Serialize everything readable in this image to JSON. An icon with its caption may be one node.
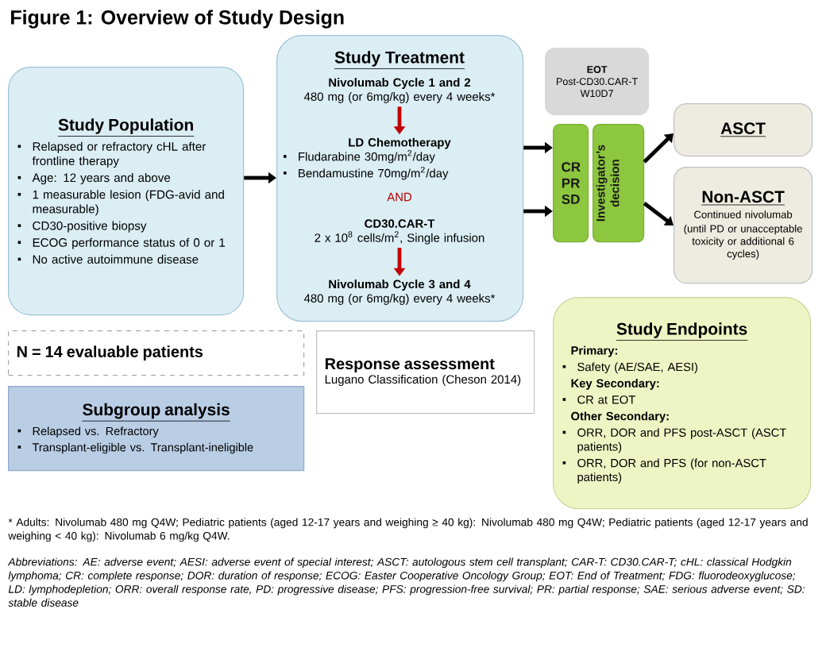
{
  "diagram": {
    "title": "Figure 1: Overview of Study Design",
    "nodes": [
      {
        "text": [
          "Study Population",
          "Relapsed or refractory cHL after frontline therapy",
          "Age: 12 years and above",
          "1 measurable lesion (FDG-avid and measurable)",
          "CD30-positive biopsy",
          "ECOG performance status of 0 or 1",
          "No active autoimmune disease"
        ]
      },
      {
        "text": [
          "Study Treatment",
          "AND"
        ]
      },
      {
        "text": [
          "Nivolumab Cycle 1 and 2",
          "480 mg (or 6mg/kg) every 4 weeks*"
        ],
        "in": 1
      },
      {
        "text": [
          "LD Chemotherapy",
          "Fludarabine 30mg/m$^{2}$/day",
          "Bendamustine 70mg/m$^{2}$/day"
        ],
        "in": 1
      },
      {
        "text": [
          "CD30.CAR-T",
          "2 x 10$^{8}$ cells/m$^{2}$, Single infusion"
        ],
        "in": 1
      },
      {
        "text": [
          "Nivolumab Cycle 3 and 4",
          "480 mg (or 6mg/kg) every 4 weeks*"
        ],
        "in": 1
      },
      {
        "text": [
          "EOT",
          "Post-CD30.CAR-T W10D7"
        ]
      },
      {
        "text": [
          "CR",
          "PR",
          "SD"
        ]
      },
      {
        "text": [
          "Investigator’s decision"
        ]
      },
      {
        "text": [
          "ASCT"
        ]
      },
      {
        "text": [
          "Non-ASCT",
          "Continued nivolumab",
          "(until PD or unacceptable toxicity or additional 6 cycles)"
        ]
      },
      {
        "text": [
          "N = 14 evaluable patients"
        ]
      },
      {
        "text": [
          "Response assessment",
          "Lugano Classification (Cheson 2014)"
        ]
      },
      {
        "text": [
          "Subgroup analysis",
          "Relapsed vs. Refractory",
          "Transplant-eligible vs. Transplant-ineligible"
        ]
      },
      {
        "text": [
          "Study Endpoints",
          "Primary:",
          "Safety (AE/SAE, AESI)",
          "Key Secondary:",
          "CR at EOT",
          "Other Secondary:",
          "ORR, DOR and PFS post-ASCT (ASCT patients)",
          "ORR, DOR and PFS (for non-ASCT patients)"
        ]
      }
    ],
    "edges": [
      {
        "from": 0,
        "to": 1,
        "arrow": "to"
      },
      {
        "from": 1,
        "to": 7,
        "arrow": "to"
      },
      {
        "from": 1,
        "to": 7,
        "arrow": "to"
      },
      {
        "from": 8,
        "to": 9,
        "arrow": "to"
      },
      {
        "from": 8,
        "to": 10,
        "arrow": "to"
      },
      {
        "from": 2,
        "to": 3,
        "arrow": "to",
        "color": "#c00000"
      },
      {
        "from": 4,
        "to": 5,
        "arrow": "to",
        "color": "#c00000"
      }
    ],
    "labels": [
      "* Adults: Nivolumab 480 mg Q4W; Pediatric patients (aged 12-17 years and weighing ≥ 40 kg): Nivolumab 480 mg Q4W; Pediatric patients (aged 12-17 years and weighing < 40 kg): Nivolumab 6 mg/kg Q4W.",
      "Abbreviations: AE: adverse event; AESI: adverse event of special interest; ASCT: autologous stem cell transplant; CAR-T: CD30.CAR-T; cHL: classical Hodgkin lymphoma; CR: complete response; DOR: duration of response; ECOG: Easter Cooperative Oncology Group; EOT: End of Treatment; FDG: fluorodeoxyglucose; LD: lymphodepletion; ORR: overall response rate, PD: progressive disease; PFS: progression-free survival; PR: partial response; SAE: serious adverse event; SD: stable disease"
    ]
  }
}
